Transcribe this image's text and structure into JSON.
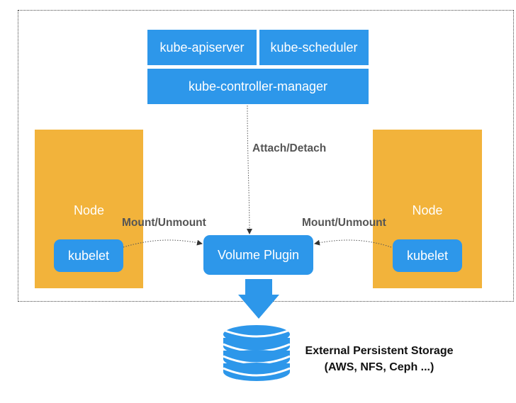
{
  "control_plane": {
    "apiserver": "kube-apiserver",
    "scheduler": "kube-scheduler",
    "controller_manager": "kube-controller-manager"
  },
  "nodes": [
    {
      "label": "Node",
      "kubelet": "kubelet"
    },
    {
      "label": "Node",
      "kubelet": "kubelet"
    }
  ],
  "volume_plugin": "Volume Plugin",
  "edges": {
    "attach_detach": "Attach/Detach",
    "mount_left": "Mount/Unmount",
    "mount_right": "Mount/Unmount"
  },
  "storage": {
    "line1": "External Persistent Storage",
    "line2": "(AWS, NFS, Ceph ...)"
  },
  "colors": {
    "component_blue": "#2d97ea",
    "node_orange": "#f2b33b"
  },
  "icons": [
    "database-icon",
    "arrow-down-icon"
  ]
}
